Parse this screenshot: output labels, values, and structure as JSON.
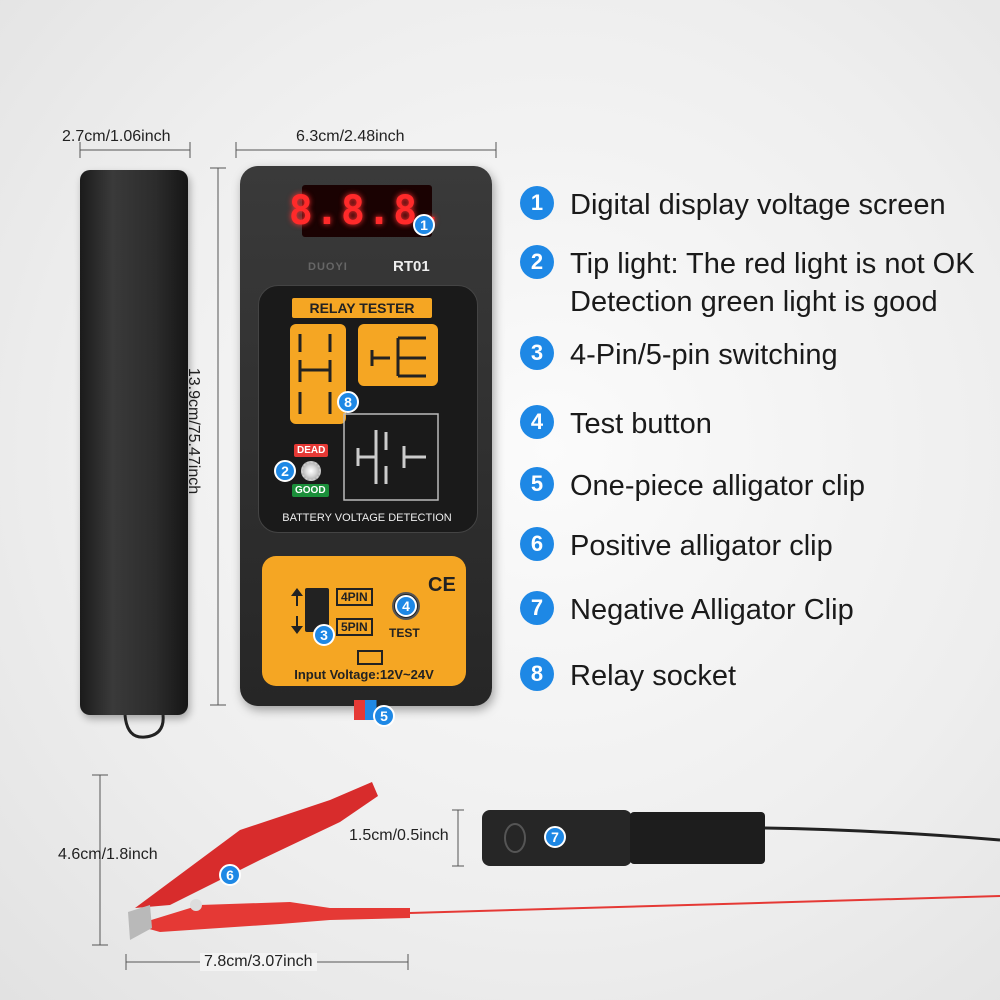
{
  "dimensions": {
    "side_width": "2.7cm/1.06inch",
    "front_width": "6.3cm/2.48inch",
    "height": "13.9cm/75.47inch",
    "clip_height": "4.6cm/1.8inch",
    "clip_length": "7.8cm/3.07inch",
    "neg_clip_width": "1.5cm/0.5inch"
  },
  "device": {
    "display": "8.8.8.",
    "brand": "DUOYI",
    "model": "RT01",
    "relay_title": "RELAY TESTER",
    "dead_label": "DEAD",
    "good_label": "GOOD",
    "battery_label": "BATTERY VOLTAGE DETECTION",
    "pin4": "4PIN",
    "pin5": "5PIN",
    "test_label": "TEST",
    "ce_mark": "CE",
    "input_voltage": "Input Voltage:12V~24V"
  },
  "badges": {
    "b1": "1",
    "b2": "2",
    "b3": "3",
    "b4": "4",
    "b5": "5",
    "b6": "6",
    "b7": "7",
    "b8": "8"
  },
  "features": [
    {
      "num": "1",
      "lines": [
        "Digital display voltage screen"
      ]
    },
    {
      "num": "2",
      "lines": [
        "Tip light: The red light is not OK",
        "Detection green light is good"
      ]
    },
    {
      "num": "3",
      "lines": [
        "4-Pin/5-pin switching"
      ]
    },
    {
      "num": "4",
      "lines": [
        "Test button"
      ]
    },
    {
      "num": "5",
      "lines": [
        "One-piece alligator clip"
      ]
    },
    {
      "num": "6",
      "lines": [
        "Positive alligator clip"
      ]
    },
    {
      "num": "7",
      "lines": [
        "Negative Alligator Clip"
      ]
    },
    {
      "num": "8",
      "lines": [
        "Relay socket"
      ]
    }
  ],
  "colors": {
    "accent_blue": "#1e88e5",
    "panel_yellow": "#f5a623",
    "device_body": "#2a2a2a",
    "display_red": "#ff2a2a",
    "clip_red": "#e53935"
  }
}
